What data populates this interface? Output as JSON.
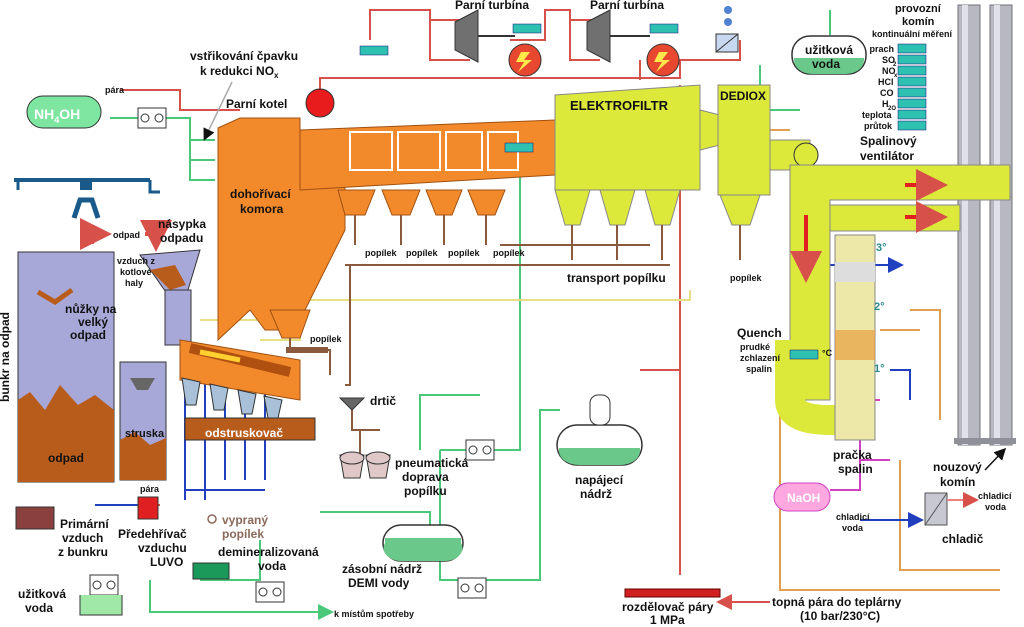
{
  "labels": {
    "steam_turbine_1": "Parní turbína",
    "steam_turbine_2": "Parní turbína",
    "ammonia_injection_1": "vstřikování čpavku",
    "ammonia_injection_2": "k redukci NO",
    "ammonia_injection_sub": "x",
    "steam_top": "pára",
    "nh4oh_main": "NH",
    "nh4oh_sub": "4",
    "nh4oh_end": "OH",
    "boiler": "Parní kotel",
    "combustion_1": "dohořívací",
    "combustion_2": "komora",
    "electrofilter": "ELEKTROFILTR",
    "dedioxin": "DEDIOX",
    "process_water_1": "užitková",
    "process_water_2": "voda",
    "stack_1": "provozní",
    "stack_2": "komín",
    "continuous_measurement": "kontinuální měření",
    "fan_1": "Spalinový",
    "fan_2": "ventilátor",
    "waste_label": "odpad",
    "hopper_1": "násypka",
    "hopper_2": "odpadu",
    "air_from_hall_1": "vzduch z",
    "air_from_hall_2": "kotlové",
    "air_from_hall_3": "haly",
    "scissors_1": "nůžky na",
    "scissors_2": "velký",
    "scissors_3": "odpad",
    "bunker_vertical": "bunkr na odpad",
    "bunker_waste": "odpad",
    "slag": "struska",
    "deslagger": "odstruskovač",
    "ash_1": "popílek",
    "ash_2": "popílek",
    "ash_3": "popílek",
    "ash_4": "popílek",
    "ash_5": "popílek",
    "ash_6": "popílek",
    "ash_transport": "transport popílku",
    "crusher": "drtič",
    "pneumatic_1": "pneumatická",
    "pneumatic_2": "doprava",
    "pneumatic_3": "popílku",
    "feed_tank_1": "napájecí",
    "feed_tank_2": "nádrž",
    "quench_1": "Quench",
    "quench_2": "prudké",
    "quench_3": "zchlazení",
    "quench_4": "spalin",
    "quench_temp": "°C",
    "stage_3": "3°",
    "stage_2": "2°",
    "stage_1": "1°",
    "scrubber_1": "pračka",
    "scrubber_2": "spalin",
    "emergency_stack_1": "nouzový",
    "emergency_stack_2": "komín",
    "naoh": "NaOH",
    "cooling_water_1": "chladicí",
    "cooling_water_2": "voda",
    "cooling_water_out_1": "chladicí",
    "cooling_water_out_2": "voda",
    "cooler": "chladič",
    "primary_air_1": "Primární",
    "primary_air_2": "vzduch",
    "primary_air_3": "z bunkru",
    "steam_luvo": "pára",
    "preheater_1": "Předehřívač",
    "preheater_2": "vzduchu",
    "preheater_3": "LUVO",
    "washed_ash_1": "vypraný",
    "washed_ash_2": "popílek",
    "demin_1": "demineralizovaná",
    "demin_2": "voda",
    "demi_tank_1": "zásobní nádrž",
    "demi_tank_2": "DEMI vody",
    "process_water_b_1": "užitková",
    "process_water_b_2": "voda",
    "consumption": "k místům spotřeby",
    "steam_distributor_1": "rozdělovač páry",
    "steam_distributor_2": "1 MPa",
    "heating_steam_1": "topná pára do teplárny",
    "heating_steam_2": "(10 bar/230°C)"
  },
  "measurements": [
    {
      "name": "prach",
      "sub": ""
    },
    {
      "name": "SO",
      "sub": "2"
    },
    {
      "name": "NO",
      "sub": "x"
    },
    {
      "name": "HCl",
      "sub": ""
    },
    {
      "name": "CO",
      "sub": ""
    },
    {
      "name": "H",
      "sub": "2O"
    },
    {
      "name": "teplota",
      "sub": ""
    },
    {
      "name": "průtok",
      "sub": ""
    }
  ],
  "colors": {
    "furnace": "#f28a2c",
    "filter": "#dce83a",
    "steam_line": "#d8504a",
    "water_line": "#48c878",
    "bunker": "#a8a8d8",
    "waste": "#b85c1c",
    "stack": "#b8b8c0"
  }
}
